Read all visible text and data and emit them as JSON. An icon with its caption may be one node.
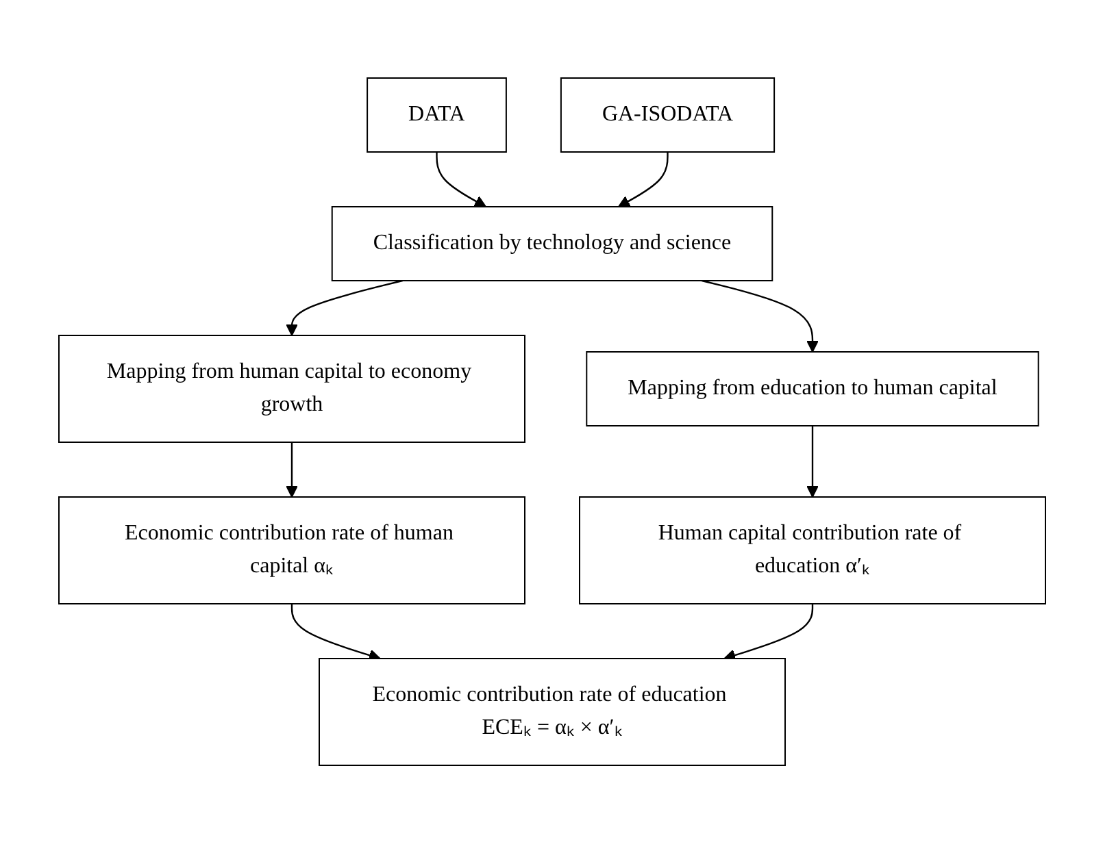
{
  "diagram": {
    "nodes": [
      {
        "text": [
          "DATA"
        ]
      },
      {
        "text": [
          "GA-ISODATA"
        ]
      },
      {
        "text": [
          "Classification by technology and science"
        ]
      },
      {
        "text": [
          "Mapping from human capital to economy growth"
        ]
      },
      {
        "text": [
          "Mapping from education to human capital"
        ]
      },
      {
        "text": [
          "Economic contribution rate of human capital αₖ"
        ]
      },
      {
        "text": [
          "Human capital contribution rate of education α′ₖ"
        ]
      },
      {
        "text": [
          "Economic contribution rate of education ECEₖ = αₖ × α′ₖ"
        ]
      }
    ],
    "edges": [
      {
        "from": 0,
        "to": 2,
        "arrow": "to"
      },
      {
        "from": 1,
        "to": 2,
        "arrow": "to"
      },
      {
        "from": 2,
        "to": 3,
        "arrow": "to"
      },
      {
        "from": 2,
        "to": 4,
        "arrow": "to"
      },
      {
        "from": 3,
        "to": 5,
        "arrow": "to"
      },
      {
        "from": 4,
        "to": 6,
        "arrow": "to"
      },
      {
        "from": 5,
        "to": 7,
        "arrow": "to"
      },
      {
        "from": 6,
        "to": 7,
        "arrow": "to"
      }
    ]
  }
}
